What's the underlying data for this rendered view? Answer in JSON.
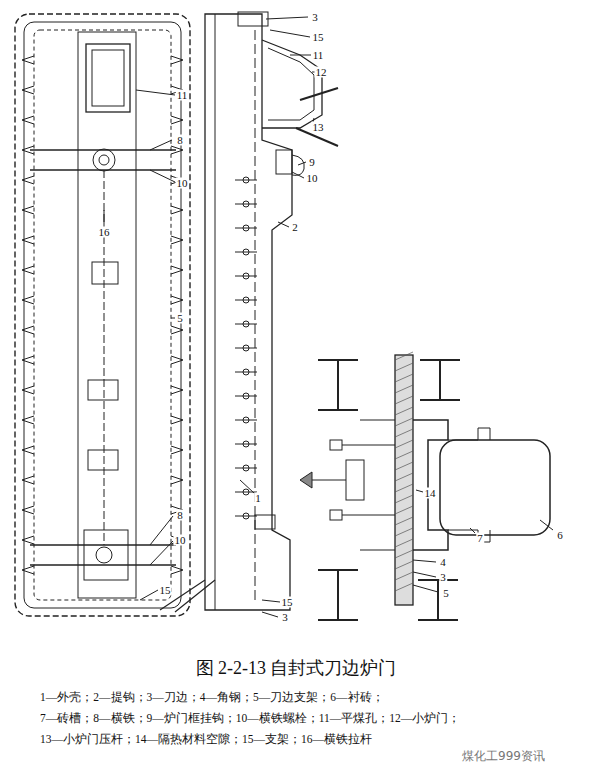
{
  "diagram": {
    "caption": "图 2-2-13  自封式刀边炉门",
    "labels": [
      "11",
      "8",
      "10",
      "16",
      "5",
      "8",
      "10",
      "15",
      "3",
      "15",
      "11",
      "12",
      "13",
      "9",
      "10",
      "2",
      "1",
      "15",
      "3",
      "14",
      "7",
      "6",
      "4",
      "3",
      "5",
      "1—外壳；2—提钩；3—刀边；4—角钢；5—刀边支架；6—衬砖；",
      "7—砖槽；8—横铁；9—炉门框挂钩；10—横铁螺栓；11—平煤孔；12—小炉门；",
      "13—小炉门压杆；14—隔热材料空隙；15—支架；16—横铁拉杆",
      "煤化工999资讯"
    ]
  }
}
